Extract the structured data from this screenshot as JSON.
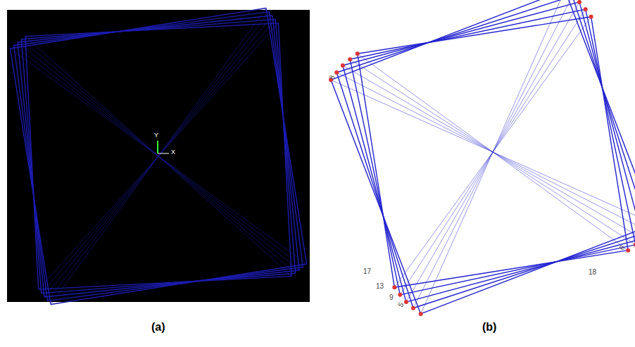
{
  "diagram": {
    "labels": [
      "(a)",
      "(b)",
      "Y",
      "X",
      "8",
      "17",
      "13",
      "9",
      "5",
      "18",
      "6"
    ]
  }
}
